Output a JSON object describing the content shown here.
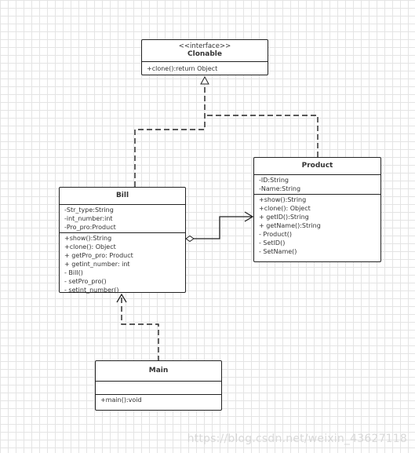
{
  "classes": {
    "clonable": {
      "stereotype": "<<interface>>",
      "name": "Clonable",
      "methods": [
        "+clone():return Object"
      ]
    },
    "product": {
      "name": "Product",
      "attributes": [
        "-ID:String",
        "-Name:String"
      ],
      "methods": [
        "+show():String",
        "+clone(): Object",
        "+ getID():String",
        "+ getName():String",
        "- Product()",
        "- SetID()",
        "- SetName()"
      ]
    },
    "bill": {
      "name": "Bill",
      "attributes": [
        "-Str_type:String",
        "-int_number:int",
        "-Pro_pro:Product"
      ],
      "methods": [
        "+show():String",
        "+clone(): Object",
        "+ getPro_pro: Product",
        "+ getint_number: int",
        "- Bill()",
        "- setPro_pro()",
        "- setint_number()"
      ]
    },
    "main": {
      "name": "Main",
      "attributes": [],
      "methods": [
        "+main():void"
      ]
    }
  },
  "watermark": "https://blog.csdn.net/weixin_43627118"
}
